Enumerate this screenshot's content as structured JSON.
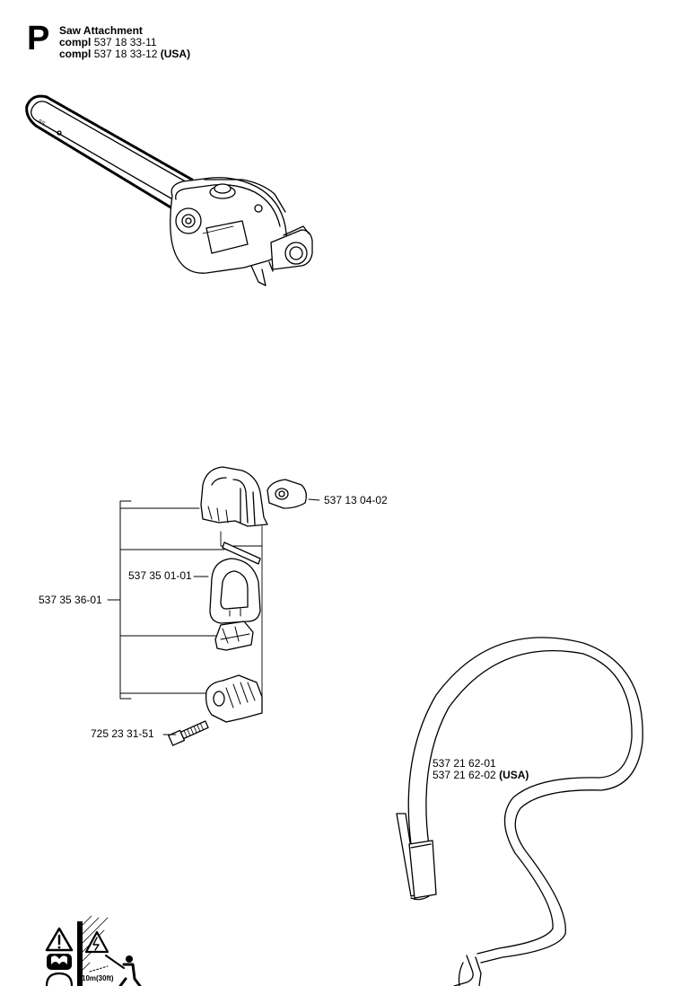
{
  "header": {
    "section_letter": "P",
    "title": "Saw Attachment",
    "lines": [
      {
        "prefix": "compl",
        "number": "537 18 33-11",
        "suffix": ""
      },
      {
        "prefix": "compl",
        "number": "537 18 33-12",
        "suffix": "(USA)"
      }
    ]
  },
  "parts": {
    "p1": "537 13 04-02",
    "p2": "537 35 01-01",
    "p3": "537 35 36-01",
    "p4": "725 23 31-51",
    "harness_1": "537 21 62-01",
    "harness_2_number": "537 21 62-02",
    "harness_2_suffix": "(USA)"
  },
  "warning_panel": {
    "distance": "10m(30ft)"
  }
}
